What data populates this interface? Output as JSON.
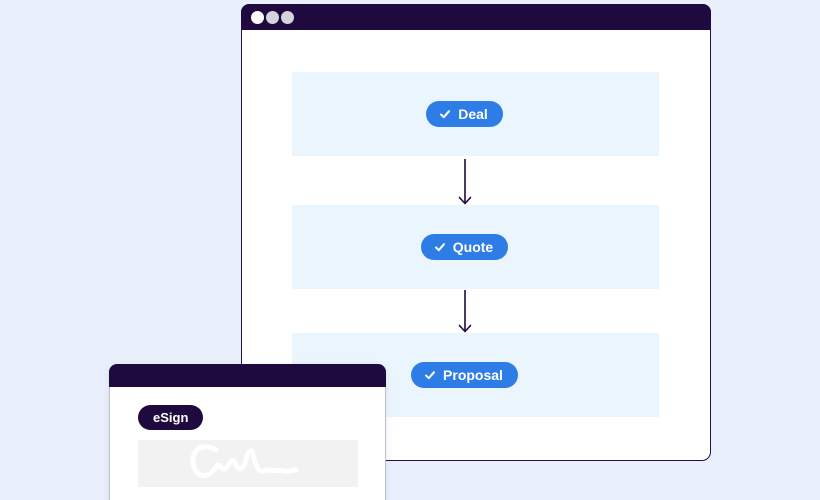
{
  "colors": {
    "page_background": "#e9f0fc",
    "titlebar_purple": "#1e0a3e",
    "accent_blue": "#2e7de7",
    "band_light_blue": "#ebf5fd",
    "signature_box_gray": "#f2f2f2",
    "signature_stroke": "#ffffff"
  },
  "main_window": {
    "dot_colors": [
      "#ffffff",
      "#d4d4da",
      "#d4d4da"
    ],
    "flow": {
      "steps": [
        {
          "label": "Deal",
          "checked": true
        },
        {
          "label": "Quote",
          "checked": true
        },
        {
          "label": "Proposal",
          "checked": true
        }
      ],
      "connector": "arrow-down"
    }
  },
  "esign_window": {
    "badge_label": "eSign",
    "has_signature": true
  }
}
